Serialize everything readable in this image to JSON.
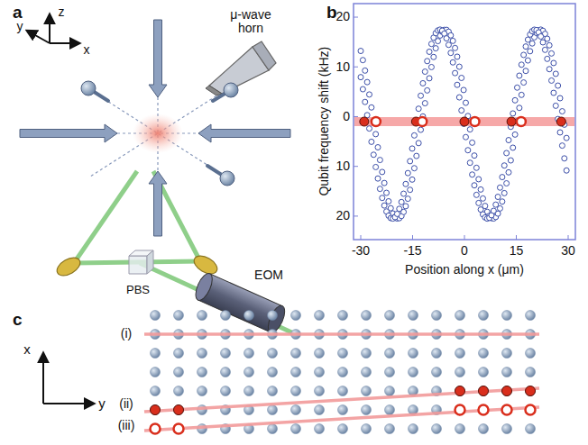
{
  "diagram": {
    "labels": [
      "a",
      "b",
      "c",
      "z",
      "y",
      "x",
      "μ-wave horn",
      "PBS",
      "EOM",
      "20",
      "10",
      "0",
      "10",
      "20",
      "-30",
      "-15",
      "0",
      "15",
      "30",
      "Qubit frequency shift (kHz)",
      "Position along x (μm)",
      "x",
      "y",
      "(i)",
      "(ii)",
      "(iii)"
    ]
  }
}
